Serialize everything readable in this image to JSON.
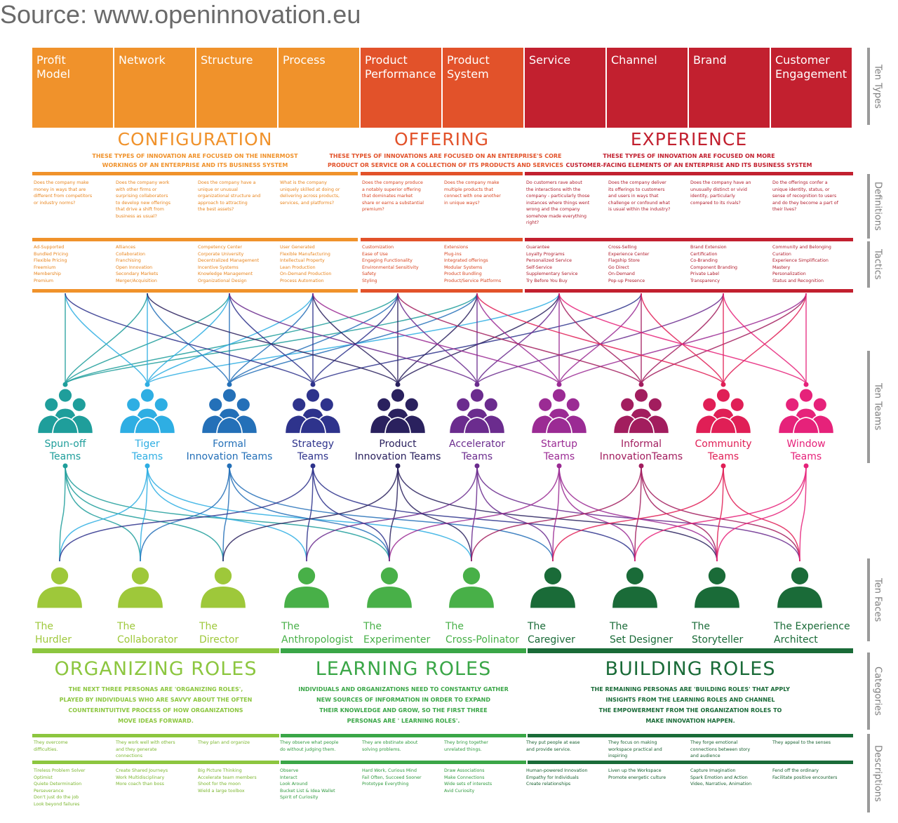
{
  "source": "Source: www.openinnovation.eu",
  "side_labels": [
    "Ten Types",
    "Definitions",
    "Tactics",
    "Ten Teams",
    "Ten Faces",
    "Categories",
    "Descriptions"
  ],
  "types": [
    {
      "label": "Profit\nModel",
      "color": "#f0922b"
    },
    {
      "label": "Network",
      "color": "#f0922b"
    },
    {
      "label": "Structure",
      "color": "#f0922b"
    },
    {
      "label": "Process",
      "color": "#f0922b"
    },
    {
      "label": "Product\nPerformance",
      "color": "#e2522a"
    },
    {
      "label": "Product\nSystem",
      "color": "#e2522a"
    },
    {
      "label": "Service",
      "color": "#c2202f"
    },
    {
      "label": "Channel",
      "color": "#c2202f"
    },
    {
      "label": "Brand",
      "color": "#c2202f"
    },
    {
      "label": "Customer\nEngagement",
      "color": "#c2202f"
    }
  ],
  "sections": [
    {
      "title": "CONFIGURATION",
      "desc": "THESE TYPES OF INNOVATION ARE FOCUSED ON THE INNERMOST\nWORKINGS OF AN ENTERPRISE AND ITS BUSINESS SYSTEM",
      "color": "#f0922b"
    },
    {
      "title": "OFFERING",
      "desc": "THESE TYPES OF INNOVATIONS ARE FOCUSED ON AN ENTERPRISE'S CORE\nPRODUCT OR SERVICE OR A COLLECTION OF ITS PRODUCTS AND SERVICES",
      "color": "#e2522a"
    },
    {
      "title": "EXPERIENCE",
      "desc": "THESE TYPES OF INNOVATION ARE FOCUSED ON MORE\nCUSTOMER-FACING ELEMENTS OF AN ENTERPRISE AND ITS BUSINESS SYSTEM",
      "color": "#c2202f"
    }
  ],
  "definitions": [
    "Does the company make\nmoney in ways that are\ndifferent from competitors\nor industry norms?",
    "Does the company work\nwith other firms or\nsurprising collaborators\nto develop new offerings\nthat drive a shift from\nbusiness as usual?",
    "Does the company have a\nunique or unusual\norganizational structure and\napproach to attracting\nthe best assets?",
    "What is the company\nuniquely skilled at doing or\ndelivering across products,\nservices, and platforms?",
    "Does the company produce\na notably superior offering\nthat dominates market\nshare or earns a substantial\npremium?",
    "Does the company make\nmultiple products that\nconnect with one another\nin unique ways?",
    "Do customers rave about\nthe interactions with the\ncompany - particularly those\ninstances where things went\nwrong and the company\nsomehow made everything\nright?",
    "Does the company deliver\nits offerings to customers\nand users in ways that\nchallenge or confound what\nis usual within the industry?",
    "Does the company have an\nunusually distinct or vivid\nidentity, particularly\ncompared to its rivals?",
    "Do the offerings confer a\nunique identity, status, or\nsense of recognition to users\nand do they become a part of\ntheir lives?"
  ],
  "tactics": [
    "Ad-Supported\nBundled Pricing\nFlexible Pricing\nFreemium\nMembership\nPremium",
    "Alliances\nCollaboration\nFranchising\nOpen Innovation\nSecondary Markets\nMerger/Acquisition",
    "Competency Center\nCorporate University\nDecentralized Management\nIncentive Systems\nKnowledge Management\nOrganizational Design",
    "User Generated\nFlexible Manufacturing\nIntellectual Property\nLean Production\nOn-Demand Production\nProcess Automation",
    "Customization\nEase of Use\nEngaging Functionality\nEnvironmental Sensitivity\nSafety\nStyling",
    "Extensions\nPlug-ins\nIntegrated offerings\nModular Systems\nProduct Bundling\nProduct/Service Platforms",
    "Guarantee\nLoyalty Programs\nPersonalized Service\nSelf-Service\nSupplementary Service\nTry Before You Buy",
    "Cross-Selling\nExperience Center\nFlagship Store\nGo Direct\nOn-Demand\nPop-up Presence",
    "Brand Extension\nCertification\nCo-Branding\nComponent Branding\nPrivate Label\nTransparency",
    "Community and Belonging\nCuration\nExperience Simplification\nMastery\nPersonalization\nStatus and Recognition"
  ],
  "teams": [
    {
      "label": "Spun-off\nTeams",
      "color": "#1f9e9b"
    },
    {
      "label": "Tiger\nTeams",
      "color": "#2eaee3"
    },
    {
      "label": "Formal\nInnovation Teams",
      "color": "#2470b8"
    },
    {
      "label": "Strategy\nTeams",
      "color": "#2e338c"
    },
    {
      "label": "Product\nInnovation Teams",
      "color": "#2a215e"
    },
    {
      "label": "Accelerator\nTeams",
      "color": "#6b2c8e"
    },
    {
      "label": "Startup\nTeams",
      "color": "#9b2b94"
    },
    {
      "label": "Informal\nInnovationTeams",
      "color": "#a21d5e"
    },
    {
      "label": "Community\nTeams",
      "color": "#e01f56"
    },
    {
      "label": "Window\nTeams",
      "color": "#e6227a"
    }
  ],
  "faces": [
    {
      "label": "The\nHurdler",
      "color": "#9ec83a"
    },
    {
      "label": "The\nCollaborator",
      "color": "#9ec83a"
    },
    {
      "label": "The\nDirector",
      "color": "#9ec83a"
    },
    {
      "label": "The\nAnthropologist",
      "color": "#48b048"
    },
    {
      "label": "The\nExperimenter",
      "color": "#48b048"
    },
    {
      "label": "The\nCross-Polinator",
      "color": "#48b048"
    },
    {
      "label": "The\nCaregiver",
      "color": "#1a6b38"
    },
    {
      "label": "The\nSet Designer",
      "color": "#1a6b38"
    },
    {
      "label": "The\nStoryteller",
      "color": "#1a6b38"
    },
    {
      "label": "The Experience\nArchitect",
      "color": "#1a6b38"
    }
  ],
  "roles": [
    {
      "title": "ORGANIZING ROLES",
      "desc": "THE NEXT THREE PERSONAS ARE 'ORGANIZING ROLES',\nPLAYED BY INDIVIDUALS WHO ARE SAVVY ABOUT THE OFTEN\nCOUNTERINTUITIVE PROCESS OF HOW ORGANIZATIONS\nMOVE IDEAS FORWARD.",
      "color": "#8cc63f"
    },
    {
      "title": "LEARNING ROLES",
      "desc": "INDIVIDUALS AND ORGANIZATIONS NEED TO CONSTANTLY GATHER\nNEW SOURCES OF INFORMATION IN ORDER TO EXPAND\nTHEIR KNOWLEDGE AND GROW, SO THE FIRST THREE\nPERSONAS ARE ' LEARNING ROLES'.",
      "color": "#3aa647"
    },
    {
      "title": "BUILDING ROLES",
      "desc": "THE REMAINING PERSONAS ARE 'BUILDING ROLES' THAT APPLY\nINSIGHTS FROM THE LEARNING ROLES AND CHANNEL\nTHE EMPOWERMENT FROM THE ORGANIZATION ROLES TO\nMAKE INNOVATION HAPPEN.",
      "color": "#1a6b38"
    }
  ],
  "descriptions": [
    "They overcome\ndifficulties.",
    "They work well with others\nand they generate\nconnections",
    "They plan and organize",
    "They observe what people\ndo without judging them.",
    "They are obstinate about\nsolving problems.",
    "They bring together\nunrelated things.",
    "They put people at ease\nand provide service.",
    "They focus on making\nworkspace practical and\ninspiring",
    "They forge emotional\nconnections between story\nand audience",
    "They appeal to the senses"
  ],
  "descriptions2": [
    "Tireless Problem Solver\nOptimist\nQuiete Determination\nPerseverance\nDon't just do the job\nLook beyond failures",
    "Create Shared Journeys\nWork Multidisciplinary\nMore coach than boss",
    "Big Picture Thinking\nAccelerate team members\nShoot for the moon\nWield a large toolbox",
    "Observe\nInteract\nLook Around\nBucket List & Idea Wallet\nSpirit of Curiosity",
    "Hard Work, Curious Mind\nFail Often, Succeed Sooner\nPrototype Everything",
    "Draw Associations\nMake Connections\nWide sets of interests\nAvid Curiosity",
    "Human-powered Innovation\nEmpathy for Individuals\nCreate relationships",
    "Liven up the Workspace\nPromote energetic culture",
    "Capture Imagination\nSpark Emotion and Action\nVideo, Narrative, Animation",
    "Fend off the ordinary\nFacilitate positive encounters"
  ]
}
